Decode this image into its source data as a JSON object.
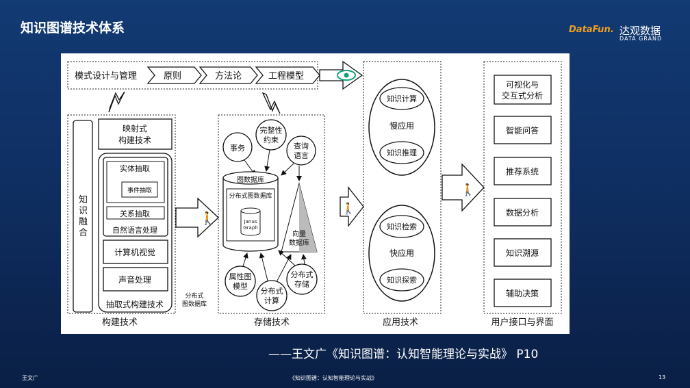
{
  "header": {
    "title": "知识图谱技术体系"
  },
  "logo": {
    "mark": "DataFun.",
    "cn": "达观数据",
    "en": "DATA GRAND"
  },
  "diagram": {
    "top_row": {
      "left": "模式设计与管理",
      "steps": [
        "原则",
        "方法论",
        "工程模型"
      ]
    },
    "construct": {
      "label": "构建技术",
      "fusion": [
        "知",
        "识",
        "融",
        "合"
      ],
      "mapping": [
        "映射式",
        "构建技术"
      ],
      "nlp": {
        "entity": "实体抽取",
        "event": "事件抽取",
        "relation": "关系抽取",
        "label": "自然语言处理"
      },
      "cv": "计算机视觉",
      "audio": "声音处理",
      "extract_label": "抽取式构建技术"
    },
    "distributed_note": [
      "分布式",
      "图数据库"
    ],
    "storage": {
      "label": "存储技术",
      "transaction": "事务",
      "integrity": [
        "完整性",
        "约束"
      ],
      "query": [
        "查询",
        "语言"
      ],
      "graphdb": "图数据库",
      "dist_graphdb": "分布式图数据库",
      "janus": [
        "Janus",
        "Graph"
      ],
      "vector": [
        "向量",
        "数据库"
      ],
      "property": [
        "属性图",
        "模型"
      ],
      "dist_compute": [
        "分布式",
        "计算"
      ],
      "dist_storage": [
        "分布式",
        "存储"
      ]
    },
    "application": {
      "label": "应用技术",
      "slow": {
        "a": "知识计算",
        "name": "慢应用",
        "b": "知识推理"
      },
      "fast": {
        "a": "知识检索",
        "name": "快应用",
        "b": "知识探索"
      }
    },
    "ui": {
      "label": "用户接口与界面",
      "items": [
        [
          "可视化与",
          "交互式分析"
        ],
        [
          "智能问答"
        ],
        [
          "推荐系统"
        ],
        [
          "数据分析"
        ],
        [
          "知识溯源"
        ],
        [
          "辅助决策"
        ]
      ]
    }
  },
  "citation": "——王文广《知识图谱：认知智能理论与实战》 P10",
  "footer": {
    "author": "王文广",
    "book": "《知识图谱：认知智能理论与实战》",
    "page": "13"
  }
}
